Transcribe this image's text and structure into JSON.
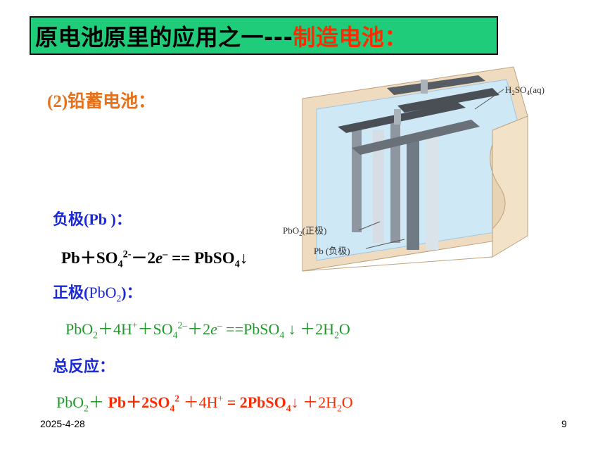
{
  "title": {
    "main": "原电池原里的应用之一---",
    "accent": "制造电池",
    "colon": "："
  },
  "subtitle": "(2)铅蓄电池：",
  "diagram": {
    "label_electrolyte_pre": "H",
    "label_electrolyte_sub1": "2",
    "label_electrolyte_mid": "SO",
    "label_electrolyte_sub2": "4",
    "label_electrolyte_post": "(aq)",
    "label_pos_pre": "PbO",
    "label_pos_sub": "2",
    "label_pos_post": "(正极)",
    "label_neg": "Pb (负极)"
  },
  "negative": {
    "heading_cn": "负极",
    "heading_en": "(Pb )",
    "colon": "：",
    "eq": {
      "a": "Pb＋SO",
      "sub1": "4",
      "sup1": "2-",
      "b": "－2",
      "e": "e",
      "sup2": "–",
      "c": " == PbSO",
      "sub2": "4",
      "d": "↓"
    }
  },
  "positive": {
    "heading_cn": "正极",
    "heading_paren_open": "(",
    "heading_en": "PbO",
    "heading_sub": "2",
    "heading_paren_close": ")",
    "colon": "：",
    "eq": {
      "a": "PbO",
      "sub1": "2",
      "b": "＋4H",
      "sup1": "+",
      "c": "＋SO",
      "sub2": "4",
      "sup2": "2–",
      "d": "＋2",
      "e": "e",
      "sup3": "–",
      "f": " ==PbSO",
      "sub3": "4",
      "g": " ↓ ＋2H",
      "sub4": "2",
      "h": "O"
    }
  },
  "total": {
    "heading": "总反应",
    "colon": "：",
    "eq": {
      "a": "PbO",
      "sub1": "2",
      "b": "＋ ",
      "c": "Pb＋2SO",
      "sub2": "4",
      "sup2": "2",
      "d": " ＋4H",
      "sup3": "+",
      "e": " = ",
      "f": "2PbSO",
      "sub3": "4",
      "g": "↓ ",
      "h": "＋2H",
      "sub4": "2",
      "i": "O"
    }
  },
  "footer": {
    "date": "2025-4-28",
    "page": "9"
  },
  "colors": {
    "title_bg": "#1fcc7a",
    "accent": "#ff2a00",
    "subtitle": "#e8701a",
    "blue": "#1a28d8",
    "green": "#1f9a2a"
  }
}
